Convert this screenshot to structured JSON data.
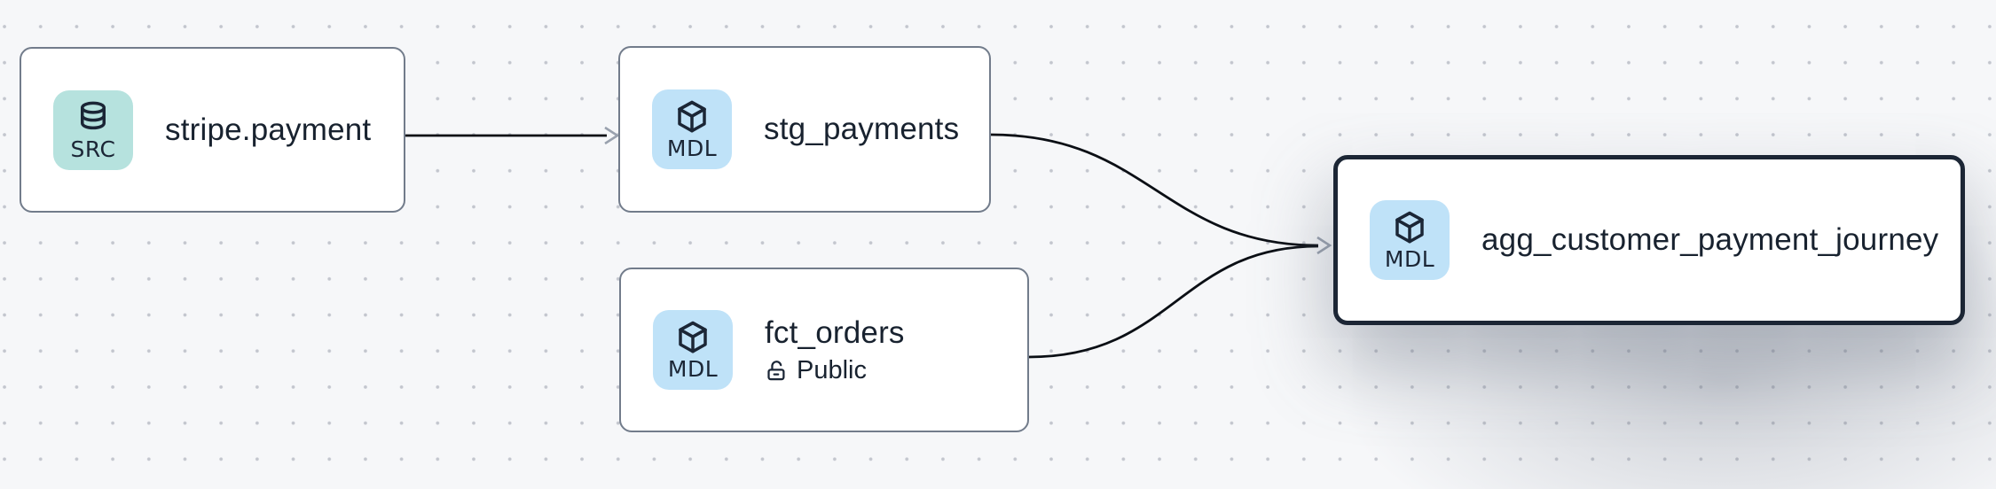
{
  "canvas": {
    "background_color": "#f6f7f9",
    "dot_color": "#c3c6ce",
    "edge_color": "#0b0f15",
    "arrowhead_color": "#99a1ae",
    "node_border_color": "#727c8b",
    "selected_border_color": "#1c2635",
    "text_color": "#18222f"
  },
  "badges": {
    "src": {
      "label": "SRC",
      "icon": "database-icon",
      "color": "#b6e2de"
    },
    "mdl": {
      "label": "MDL",
      "icon": "cube-icon",
      "color": "#bfe2f8"
    }
  },
  "nodes": [
    {
      "label": "stripe.payment",
      "badge_label": "SRC",
      "badge_icon": "database-icon",
      "selected": false
    },
    {
      "label": "stg_payments",
      "badge_label": "MDL",
      "badge_icon": "cube-icon",
      "selected": false
    },
    {
      "label": "fct_orders",
      "badge_label": "MDL",
      "badge_icon": "cube-icon",
      "access": "Public",
      "access_icon": "unlock-icon",
      "selected": false
    },
    {
      "label": "agg_customer_payment_journey",
      "badge_label": "MDL",
      "badge_icon": "cube-icon",
      "selected": true
    }
  ],
  "edges": [
    {
      "from": "stripe.payment",
      "to": "stg_payments"
    },
    {
      "from": "stg_payments",
      "to": "agg_customer_payment_journey"
    },
    {
      "from": "fct_orders",
      "to": "agg_customer_payment_journey"
    }
  ]
}
